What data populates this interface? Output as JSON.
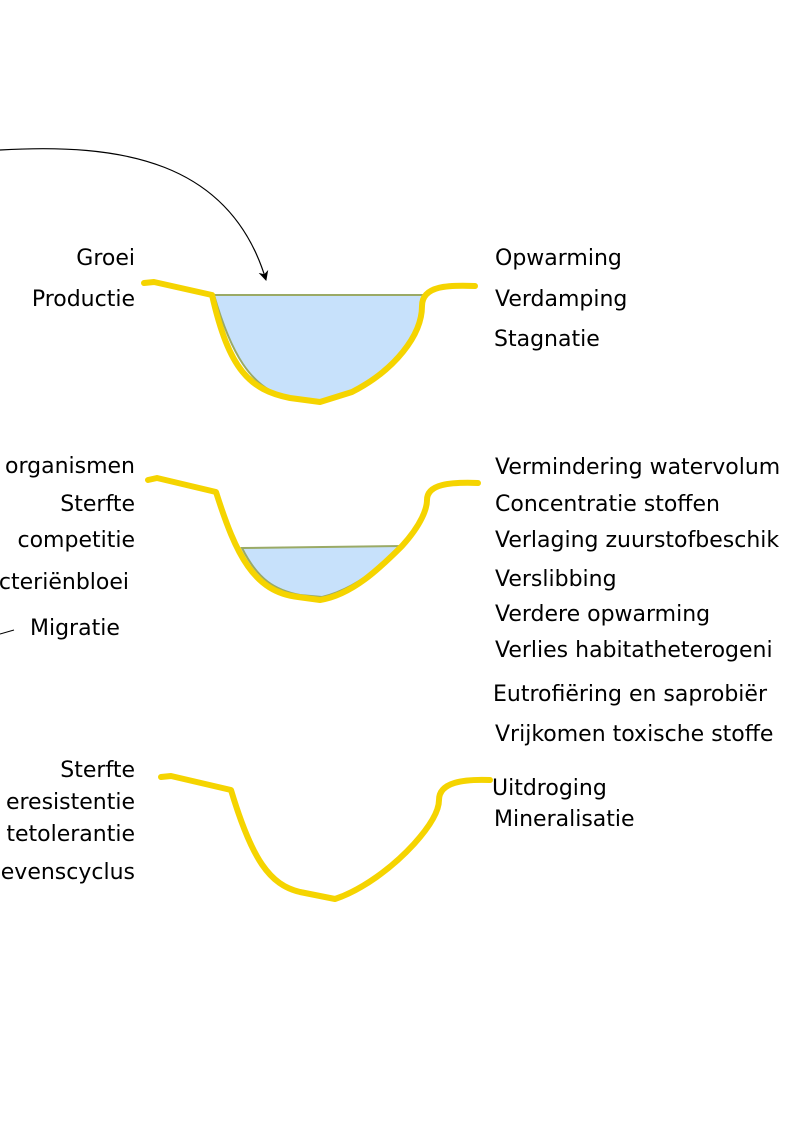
{
  "colors": {
    "pond_outline": "#f5d400",
    "water_fill": "#c7e1fb",
    "water_edge": "#9aaa66",
    "arrow": "#000000",
    "text": "#000000"
  },
  "stages": [
    {
      "name": "full-pond",
      "left_labels": [
        "Groei",
        "Productie"
      ],
      "right_labels": [
        "Opwarming",
        "Verdamping",
        "Stagnatie"
      ]
    },
    {
      "name": "drying-pond",
      "left_labels": [
        "organismen",
        "Sterfte",
        "competitie",
        "cteriënbloei",
        "Migratie"
      ],
      "right_labels": [
        "Vermindering watervolum",
        "Concentratie stoffen",
        "Verlaging zuurstofbeschik",
        "Verslibbing",
        "Verdere opwarming",
        "Verlies habitatheterogeni",
        "Eutrofiëring en saprobiër",
        "Vrijkomen toxische stoffe"
      ]
    },
    {
      "name": "dry-pond",
      "left_labels": [
        "Sterfte",
        "eresistentie",
        "tetolerantie",
        "evenscyclus"
      ],
      "right_labels": [
        "Uitdroging",
        "Mineralisatie"
      ]
    }
  ]
}
